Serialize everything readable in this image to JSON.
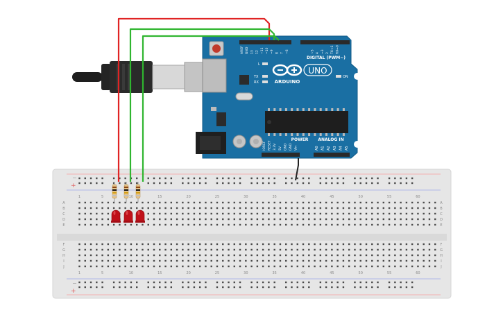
{
  "arduino": {
    "brand": "ARDUINO",
    "model": "UNO",
    "digital_label": "DIGITAL (PWM~)",
    "analog_label": "ANALOG IN",
    "power_label": "POWER",
    "on_label": "ON",
    "led_l": "L",
    "led_tx": "TX",
    "led_rx": "RX",
    "digital_pins": [
      "AREF",
      "GND",
      "13",
      "12",
      "~11",
      "~10",
      "~9",
      "8",
      "7",
      "~6",
      "~5",
      "4",
      "~3",
      "2",
      "TX→1",
      "RX←0"
    ],
    "power_pins": [
      "IOREF",
      "RESET",
      "3.3V",
      "5V",
      "GND",
      "GND",
      "Vin"
    ],
    "analog_pins": [
      "A0",
      "A1",
      "A2",
      "A3",
      "A4",
      "A5"
    ]
  },
  "breadboard": {
    "minus_symbol": "−",
    "plus_symbol": "+",
    "column_numbers": [
      "1",
      "5",
      "10",
      "15",
      "20",
      "25",
      "30",
      "35",
      "40",
      "45",
      "50",
      "55",
      "60"
    ],
    "rows_top": [
      "A",
      "B",
      "C",
      "D",
      "E"
    ],
    "rows_bottom": [
      "F",
      "G",
      "H",
      "I",
      "J"
    ]
  },
  "components": {
    "resistor_count": 3,
    "led_count": 3,
    "led_color": "#c0111a",
    "wire_colors": [
      "#e02424",
      "#2fb52f",
      "#2fb52f"
    ],
    "gnd_wire_color": "#222222"
  },
  "colors": {
    "board": "#1a6fa3",
    "board_edge": "#0f5a87",
    "breadboard": "#e6e6e6"
  }
}
